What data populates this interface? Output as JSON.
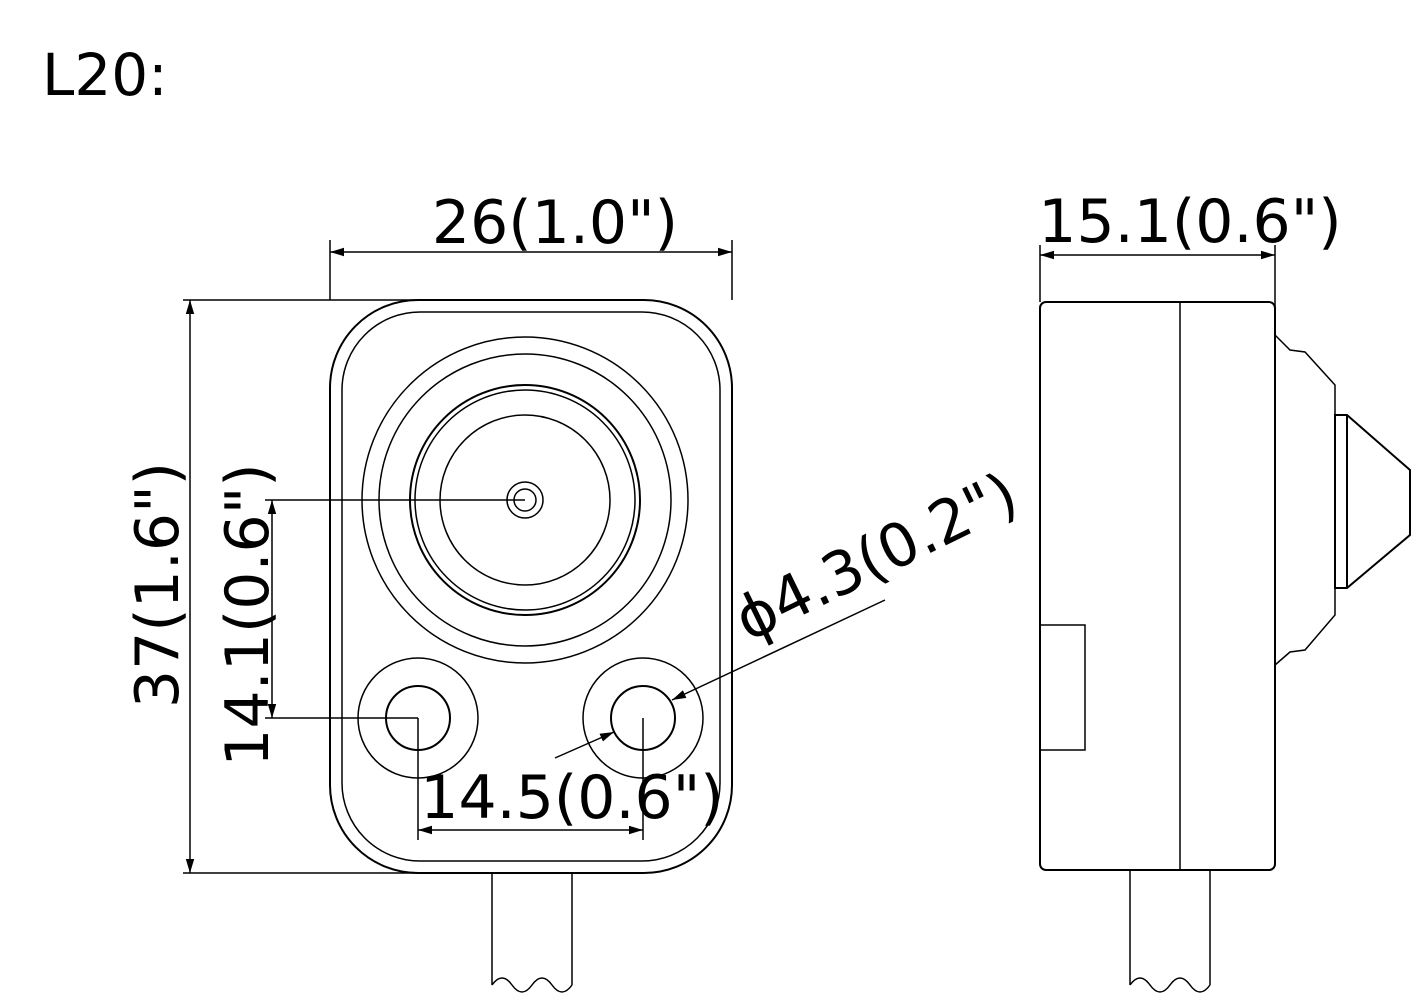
{
  "title": "L20:",
  "front_view": {
    "width_dim": "26(1.0\")",
    "height_dim": "37(1.6\")",
    "lens_offset_dim": "14.1(0.6\")",
    "hole_spacing_dim": "14.5(0.6\")",
    "hole_diameter_dim": "ϕ4.3(0.2\")"
  },
  "side_view": {
    "depth_dim": "15.1(0.6\")"
  }
}
